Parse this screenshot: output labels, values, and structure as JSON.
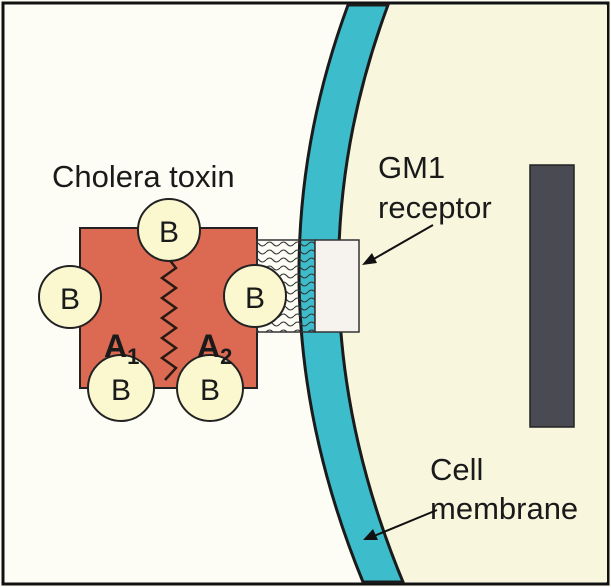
{
  "labels": {
    "toxin": "Cholera toxin",
    "receptor_line1": "GM1",
    "receptor_line2": "receptor",
    "membrane_line1": "Cell",
    "membrane_line2": "membrane",
    "subunit_a1_main": "A",
    "subunit_a1_sub": "1",
    "subunit_a2_main": "A",
    "subunit_a2_sub": "2",
    "subunit_b": "B"
  },
  "colors": {
    "background": "#fdfdf6",
    "cell_interior": "#f8f7de",
    "membrane": "#3dbccc",
    "toxin_body": "#dc6a52",
    "b_subunit": "#fbf8d0",
    "receptor": "#f6f2ee",
    "dark_bar": "#4a4a52",
    "outline": "#222222"
  }
}
